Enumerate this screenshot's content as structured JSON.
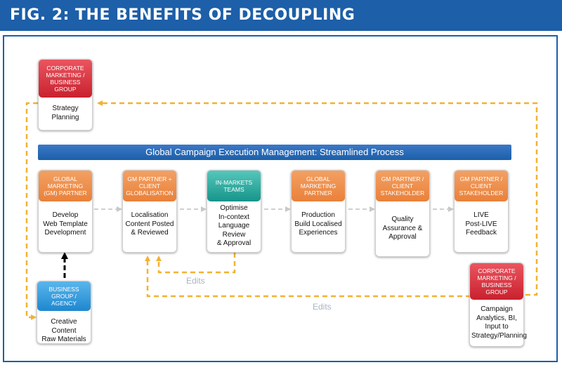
{
  "title": "FIG. 2: THE BENEFITS OF DECOUPLING",
  "banner": "Global Campaign Execution Management: Streamlined Process",
  "edits_labels": [
    "Edits",
    "Edits"
  ],
  "colors": {
    "brand_blue": "#1d5fa8",
    "orange": "#e9813a",
    "red": "#c9212e",
    "teal": "#17948a",
    "blue": "#1e87cf",
    "dashed_orange": "#f2b233",
    "dashed_gray": "#d0d0d0"
  },
  "cards": {
    "corporate_top": {
      "header": "CORPORATE\nMARKETING /\nBUSINESS\nGROUP",
      "body": "Strategy\nPlanning"
    },
    "business_group": {
      "header": "BUSINESS\nGROUP /\nAGENCY",
      "body": "Creative Content\nRaw Materials"
    },
    "corporate_bottom": {
      "header": "CORPORATE\nMARKETING /\nBUSINESS\nGROUP",
      "body": "Campaign\nAnalytics, BI,\nInput to\nStrategy/Planning"
    },
    "steps": [
      {
        "header": "GLOBAL\nMARKETING\n(GM) PARTNER",
        "body": "Develop\nWeb Template\nDevelopment"
      },
      {
        "header": "GM PARTNER +\nCLIENT\nGLOBALISATION",
        "body": "Localisation\nContent Posted\n& Reviewed"
      },
      {
        "header": "IN-MARKETS\nTEAMS",
        "body": "Optimise\nIn-context\nLanguage\nReview\n& Approval"
      },
      {
        "header": "GLOBAL\nMARKETING\nPARTNER",
        "body": "Production\nBuild Localised\nExperiences"
      },
      {
        "header": "GM PARTNER /\nCLIENT\nSTAKEHOLDER",
        "body": "Quality\nAssurance &\nApproval"
      },
      {
        "header": "GM PARTNER /\nCLIENT\nSTAKEHOLDER",
        "body": "LIVE\nPost-LIVE\nFeedback"
      }
    ]
  }
}
